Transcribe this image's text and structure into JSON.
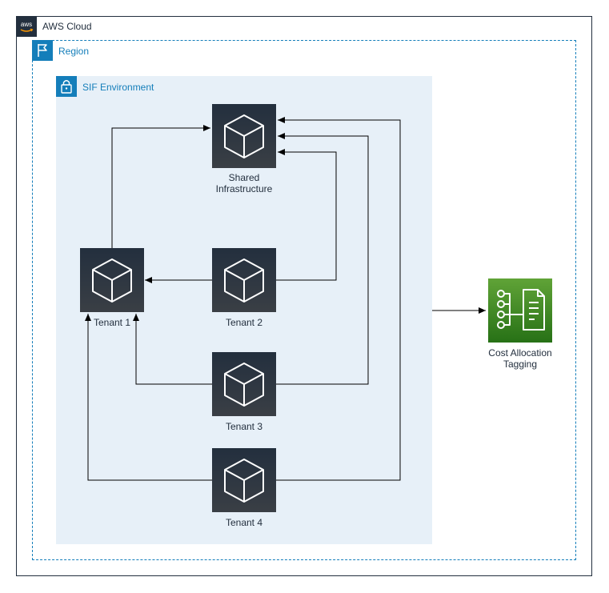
{
  "cloud": {
    "label": "AWS Cloud",
    "logo_text": "aws"
  },
  "region": {
    "label": "Region"
  },
  "environment": {
    "label": "SIF Environment"
  },
  "nodes": {
    "shared": {
      "label_line1": "Shared",
      "label_line2": "Infrastructure"
    },
    "tenant1": {
      "label": "Tenant 1"
    },
    "tenant2": {
      "label": "Tenant 2"
    },
    "tenant3": {
      "label": "Tenant 3"
    },
    "tenant4": {
      "label": "Tenant 4"
    },
    "cost": {
      "label_line1": "Cost Allocation",
      "label_line2": "Tagging"
    }
  },
  "colors": {
    "cloud_border": "#232f3e",
    "region_border": "#147eba",
    "environment_fill": "#e7f0f8",
    "node_fill": "#232f3e",
    "cost_fill": "#3f8624"
  },
  "icons": {
    "cloud": "aws-logo-icon",
    "region": "flag-icon",
    "environment": "lock-icon",
    "node": "cube-icon",
    "cost": "cost-allocation-tags-icon"
  }
}
